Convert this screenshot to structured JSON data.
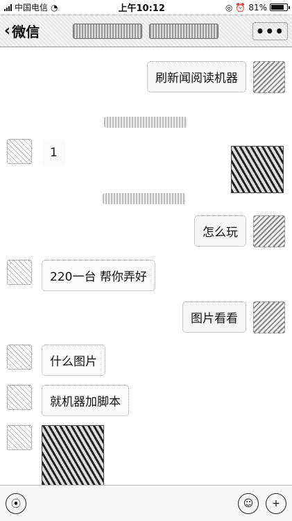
{
  "status_bar": {
    "carrier": "中国电信",
    "time": "上午10:12",
    "battery_percent": "81%",
    "battery_level": 0.81,
    "icons": [
      "signal-icon",
      "wifi-icon",
      "lock-rotation-icon",
      "alarm-icon",
      "battery-icon"
    ]
  },
  "nav": {
    "back_label": "微信",
    "more_label": "•••"
  },
  "messages": [
    {
      "side": "right",
      "text": "刷新闻阅读机器"
    },
    {
      "side": "left",
      "text": "1"
    },
    {
      "side": "right",
      "text": "怎么玩"
    },
    {
      "side": "left",
      "text": "220一台  帮你弄好"
    },
    {
      "side": "right",
      "text": "图片看看"
    },
    {
      "side": "left",
      "text": "什么图片"
    },
    {
      "side": "left",
      "text": "就机器加脚本"
    }
  ],
  "input_bar": {
    "voice_icon": "voice-icon",
    "emoji_icon": "emoji-icon",
    "plus_icon": "plus-icon"
  },
  "colors": {
    "background": "#ffffff",
    "bubble": "#fafafa",
    "text": "#111111"
  }
}
